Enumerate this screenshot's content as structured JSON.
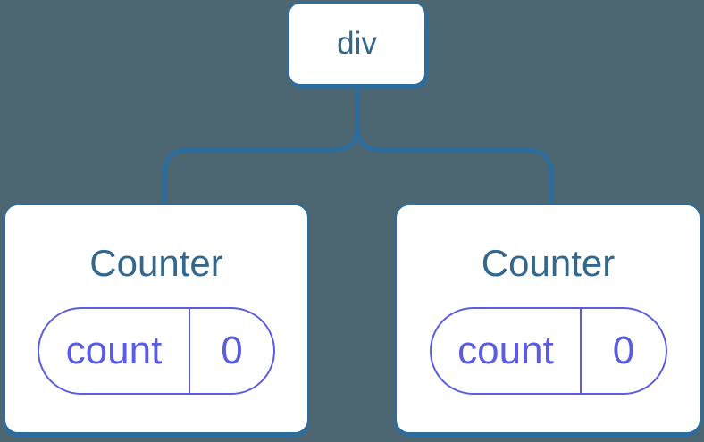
{
  "diagram": {
    "root": {
      "label": "div"
    },
    "children": [
      {
        "title": "Counter",
        "state": {
          "key": "count",
          "value": "0"
        }
      },
      {
        "title": "Counter",
        "state": {
          "key": "count",
          "value": "0"
        }
      }
    ]
  },
  "colors": {
    "background": "#4D6772",
    "line": "#2C6D9E",
    "node_text": "#33688C",
    "state": "#5B5CE0",
    "node_bg": "#FFFFFF"
  }
}
